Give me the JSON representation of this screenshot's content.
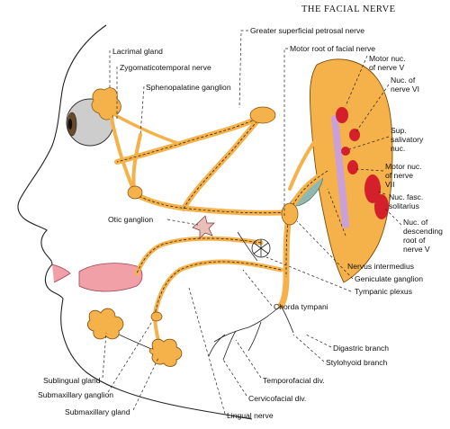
{
  "title": "THE FACIAL NERVE",
  "colors": {
    "nerve": "#f5b14a",
    "brainstem": "#f5b14a",
    "nucleus": "#d4202a",
    "tract": "#c9a0d8",
    "tympanic": "#8fb8b0",
    "tongue": "#f2a0a8",
    "eye": "#c9c9c9"
  },
  "labels": {
    "lacrimal_gland": "Lacrimal gland",
    "zygomaticotemporal": "Zygomaticotemporal nerve",
    "sphenopalatine": "Sphenopalatine ganglion",
    "greater_petrosal": "Greater superficial petrosal nerve",
    "motor_root": "Motor root of facial nerve",
    "motor_nuc_v_1": "Motor nuc.",
    "motor_nuc_v_2": "of nerve V",
    "nuc_vi_1": "Nuc. of",
    "nuc_vi_2": "nerve VI",
    "sup_sal_1": "Sup.",
    "sup_sal_2": "salivatory",
    "sup_sal_3": "nuc.",
    "motor_nuc_vii_1": "Motor nuc.",
    "motor_nuc_vii_2": "of nerve",
    "motor_nuc_vii_3": "VII",
    "nuc_fasc_1": "Nuc. fasc.",
    "nuc_fasc_2": "solitarius",
    "desc_root_1": "Nuc. of",
    "desc_root_2": "descending",
    "desc_root_3": "root of",
    "desc_root_4": "nerve V",
    "otic": "Otic ganglion",
    "nervus_intermedius": "Nervus intermedius",
    "geniculate": "Geniculate ganglion",
    "tympanic_plexus": "Tympanic plexus",
    "chorda": "Chorda tympani",
    "digastric": "Digastric branch",
    "stylohyoid": "Stylohyoid branch",
    "temporofacial": "Temporofacial div.",
    "cervicofacial": "Cervicofacial div.",
    "lingual": "Lingual nerve",
    "sublingual": "Sublingual gland",
    "submax_ganglion": "Submaxillary ganglion",
    "submax_gland": "Submaxillary gland"
  }
}
